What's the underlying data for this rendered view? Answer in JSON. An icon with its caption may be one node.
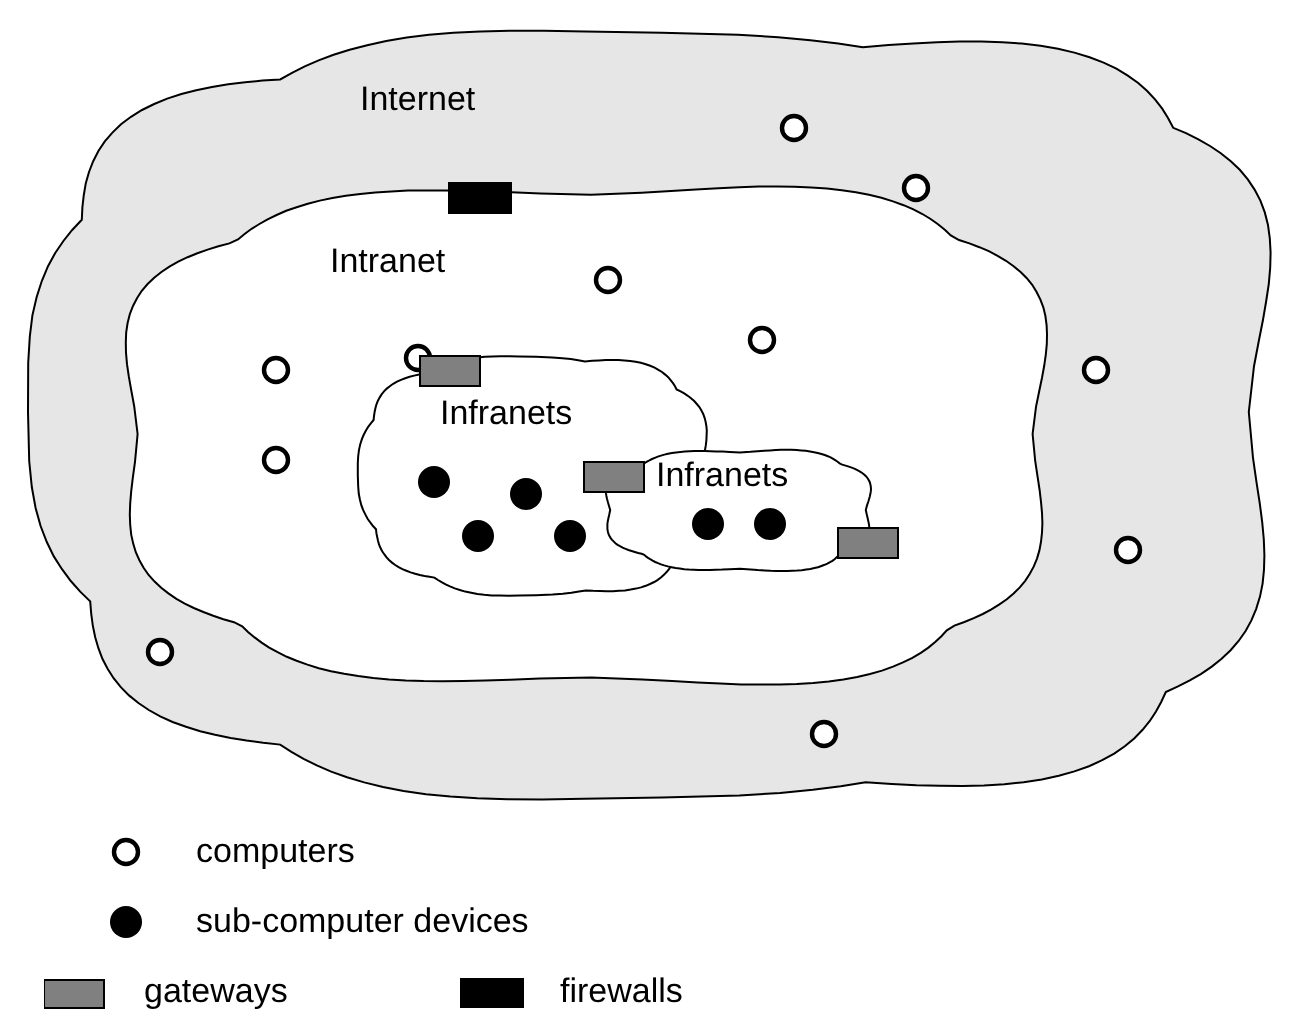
{
  "diagram": {
    "nodes": [
      {
        "text": [
          "Internet"
        ]
      },
      {
        "text": [
          "Intranet"
        ],
        "in": 0
      },
      {
        "text": [
          "Infranets"
        ],
        "in": 1
      },
      {
        "text": [
          "Infranets"
        ],
        "in": 1
      }
    ],
    "legend": [
      {
        "text": "computers"
      },
      {
        "text": "sub-computer devices"
      },
      {
        "text": "gateways"
      },
      {
        "text": "firewalls"
      }
    ]
  }
}
